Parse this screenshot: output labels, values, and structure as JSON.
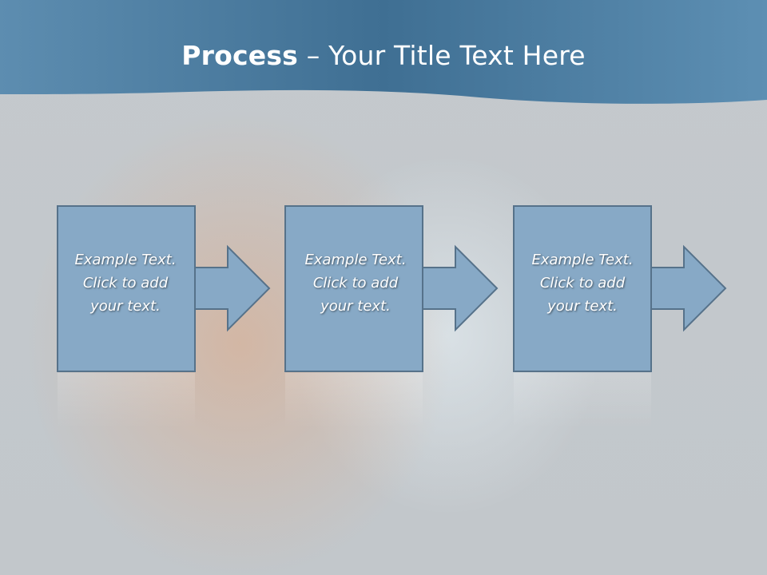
{
  "title": {
    "strong": "Process",
    "rest": " – Your Title Text Here"
  },
  "steps": [
    {
      "line1": "Example Text.",
      "line2": "Click  to add",
      "line3": "your text."
    },
    {
      "line1": "Example Text.",
      "line2": "Click  to add",
      "line3": "your text."
    },
    {
      "line1": "Example Text.",
      "line2": "Click  to add",
      "line3": "your text."
    }
  ],
  "colors": {
    "header": "#4c7fa3",
    "box_fill": "#87a9c6",
    "box_stroke": "#56728a",
    "background": "#c3c8cc"
  }
}
